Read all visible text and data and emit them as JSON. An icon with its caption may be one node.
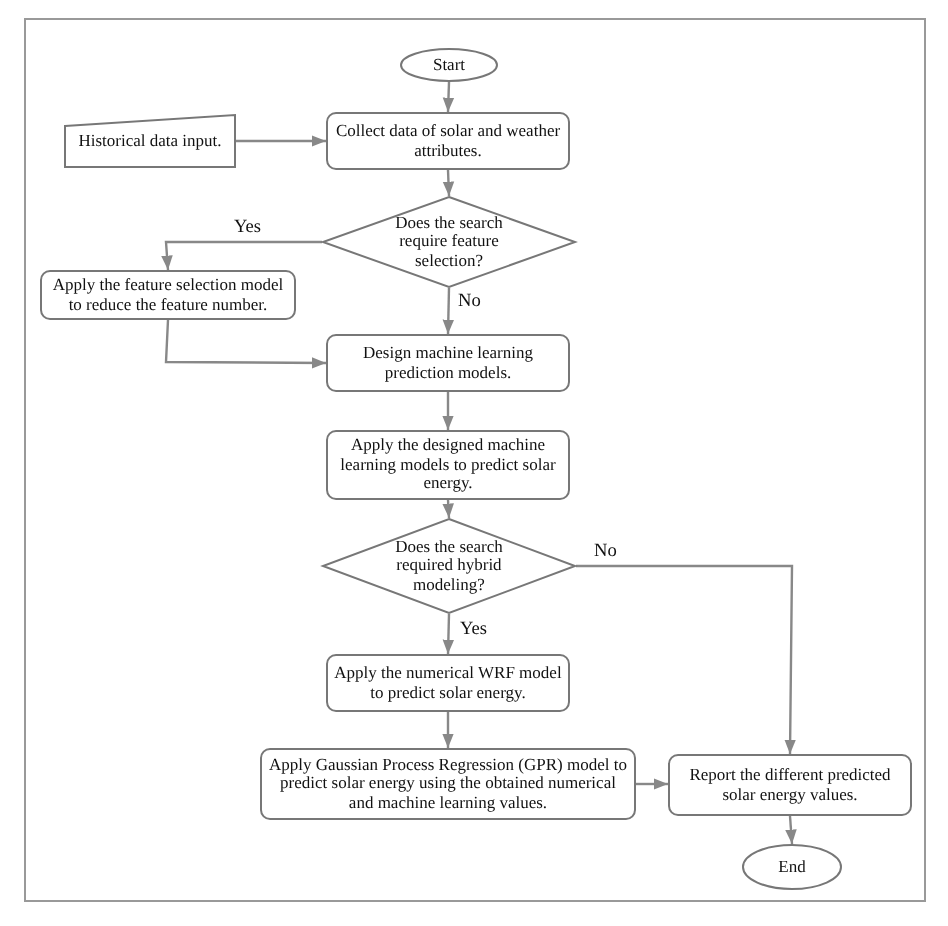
{
  "diagram": {
    "nodes": [
      {
        "text": [
          "Start"
        ]
      },
      {
        "text": [
          "Historical data input."
        ]
      },
      {
        "text": [
          "Collect data of solar and weather attributes."
        ]
      },
      {
        "text": [
          "Does the search require feature selection?"
        ]
      },
      {
        "text": [
          "Apply the feature selection model to reduce the feature number."
        ]
      },
      {
        "text": [
          "Design machine learning prediction models."
        ]
      },
      {
        "text": [
          "Apply the designed machine learning models to predict solar energy."
        ]
      },
      {
        "text": [
          "Does the search required hybrid modeling?"
        ]
      },
      {
        "text": [
          "Apply the numerical WRF model to predict solar energy."
        ]
      },
      {
        "text": [
          "Apply Gaussian Process Regression (GPR) model to predict solar energy using the obtained numerical and machine learning values."
        ]
      },
      {
        "text": [
          "Report the different predicted solar energy values."
        ]
      },
      {
        "text": [
          "End"
        ]
      }
    ],
    "edges": [
      {
        "from": 0,
        "to": 2,
        "arrow": "to"
      },
      {
        "from": 1,
        "to": 2,
        "arrow": "to"
      },
      {
        "from": 2,
        "to": 3,
        "arrow": "to"
      },
      {
        "from": 3,
        "to": 4,
        "arrow": "to",
        "label": "Yes"
      },
      {
        "from": 3,
        "to": 5,
        "arrow": "to",
        "label": "No"
      },
      {
        "from": 4,
        "to": 5,
        "arrow": "to"
      },
      {
        "from": 5,
        "to": 6,
        "arrow": "to"
      },
      {
        "from": 6,
        "to": 7,
        "arrow": "to"
      },
      {
        "from": 7,
        "to": 10,
        "arrow": "to",
        "label": "No"
      },
      {
        "from": 7,
        "to": 8,
        "arrow": "to",
        "label": "Yes"
      },
      {
        "from": 8,
        "to": 9,
        "arrow": "to"
      },
      {
        "from": 9,
        "to": 10,
        "arrow": "to"
      },
      {
        "from": 10,
        "to": 11,
        "arrow": "to"
      }
    ]
  }
}
